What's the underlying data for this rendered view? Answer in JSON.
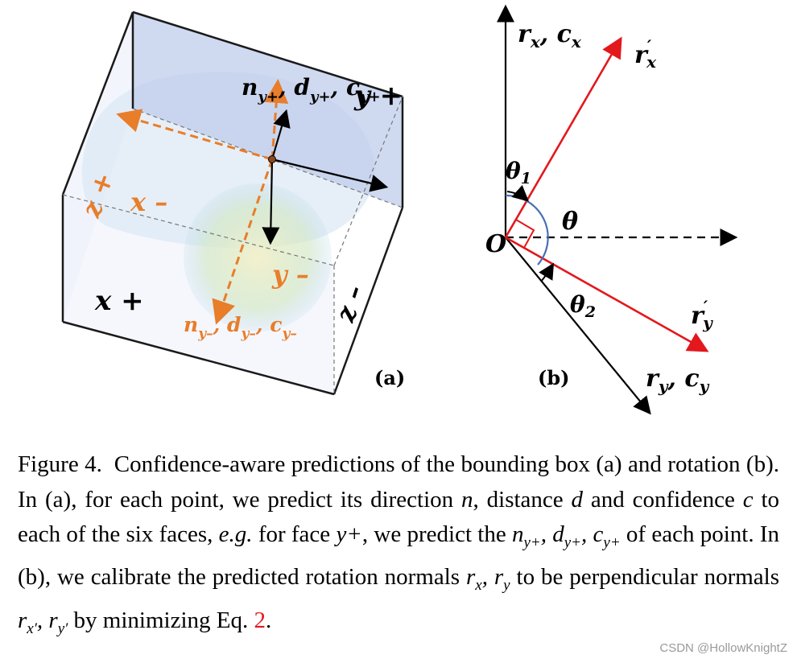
{
  "figure": {
    "panel_a": {
      "label": "(a)",
      "face_labels": {
        "y_plus": "y +",
        "x_minus": "x –",
        "z_plus": "z +",
        "x_plus": "x +",
        "y_minus": "y –",
        "z_minus": "z –"
      },
      "top_annotation": {
        "n": "n",
        "n_sub": "y+",
        "d": "d",
        "d_sub": "y+",
        "c": "c",
        "c_sub": "y+"
      },
      "bottom_annotation": {
        "n": "n",
        "n_sub": "y–",
        "d": "d",
        "d_sub": "y–",
        "c": "c",
        "c_sub": "y–"
      }
    },
    "panel_b": {
      "label": "(b)",
      "origin": "O",
      "theta": "θ",
      "theta1": "θ",
      "theta1_sub": "1",
      "theta2": "θ",
      "theta2_sub": "2",
      "rx_cx": "r",
      "rx_sub": "x",
      "cx": "c",
      "cx_sub": "x",
      "rx_prime": "r",
      "rx_prime_sup": "′",
      "rx_prime_sub": "x",
      "ry_cy": "r",
      "ry_sub": "y",
      "cy": "c",
      "cy_sub": "y",
      "ry_prime": "r",
      "ry_prime_sup": "′",
      "ry_prime_sub": "y"
    },
    "colors": {
      "orange": "#e87d2a",
      "red": "#e3181d",
      "blue_face": "#c9d4ee",
      "arc_blue": "#4a6fb5"
    }
  },
  "caption": {
    "figure_no": "Figure 4.",
    "t1": "Confidence-aware predictions of the bounding box (a) and rotation (b). In (a), for each point, we predict its direction",
    "n": "n",
    "t2": ", distance",
    "d": "d",
    "t3": "and confidence",
    "c": "c",
    "t4": "to each of the six faces,",
    "eg": "e.g.",
    "t5": "for face",
    "yplus": "y+",
    "t6": ", we predict the",
    "t7": "of each point. In (b), we calibrate the predicted rotation normals",
    "t8": "to be perpendicular normals",
    "t9": "by minimizing Eq.",
    "eq_ref": "2",
    "t10": "."
  },
  "watermark": "CSDN @HollowKnightZ"
}
